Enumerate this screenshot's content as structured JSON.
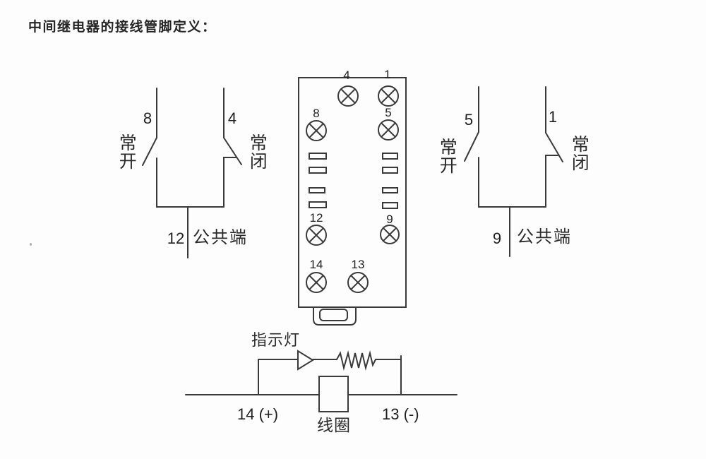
{
  "title": "中间继电器的接线管脚定义：",
  "colors": {
    "line": "#3a3a3a",
    "text": "#1f1f1f",
    "background": "#fdfdfd"
  },
  "left_switch": {
    "no_pin": "8",
    "nc_pin": "4",
    "no_label": "常开",
    "nc_label": "常闭",
    "common_pin": "12",
    "common_label": "公共端"
  },
  "right_switch": {
    "no_pin": "5",
    "nc_pin": "1",
    "no_label": "常开",
    "nc_label": "常闭",
    "common_pin": "9",
    "common_label": "公共端"
  },
  "socket": {
    "pins": [
      "4",
      "1",
      "8",
      "5",
      "12",
      "9",
      "14",
      "13"
    ]
  },
  "coil_circuit": {
    "indicator_label": "指示灯",
    "positive_label": "14 (+)",
    "negative_label": "13 (-)",
    "coil_label": "线圈"
  }
}
